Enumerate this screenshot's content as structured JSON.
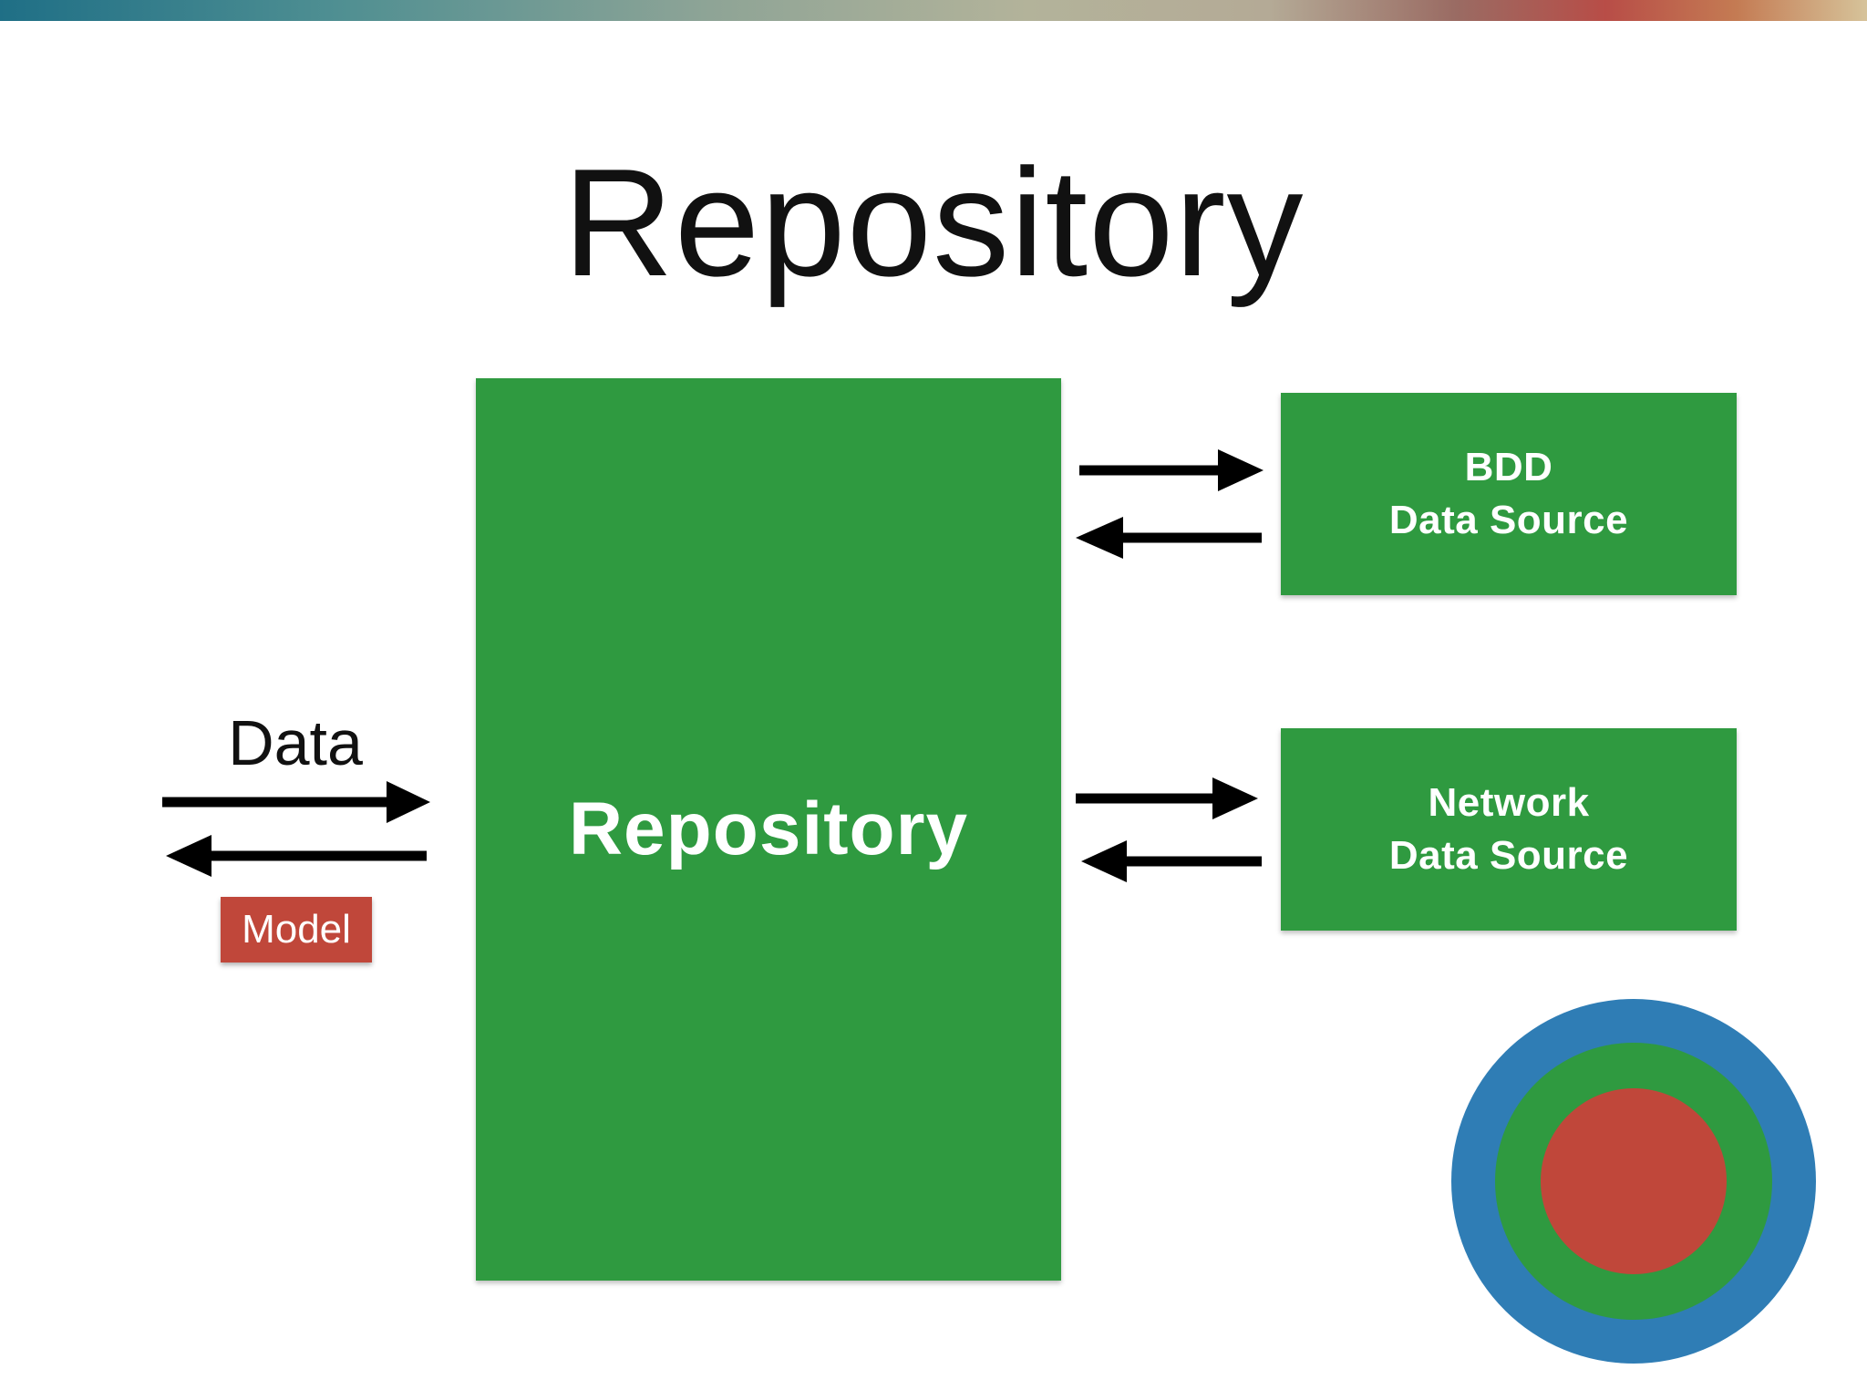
{
  "title": "Repository",
  "repository_box": {
    "label": "Repository"
  },
  "bdd_source": {
    "line1": "BDD",
    "line2": "Data Source"
  },
  "network_source": {
    "line1": "Network",
    "line2": "Data Source"
  },
  "client_side": {
    "data_label": "Data",
    "model_label": "Model"
  },
  "colors": {
    "box_green": "#2f9a40",
    "model_red": "#c0473a",
    "ring_blue": "#2f7db5",
    "ring_green": "#2f9a40",
    "core_red": "#c0473a"
  }
}
